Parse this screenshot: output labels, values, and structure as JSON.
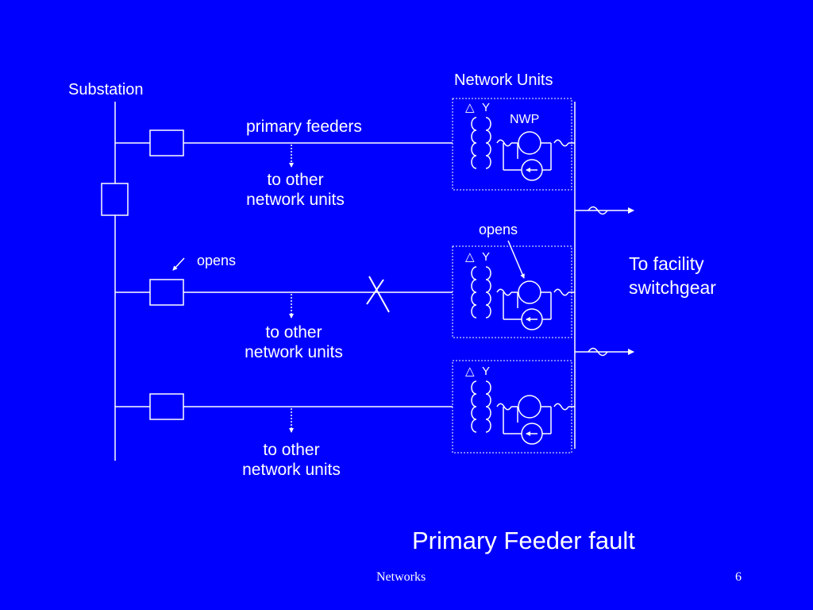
{
  "slide": {
    "title": "Primary Feeder fault",
    "footer": "Networks",
    "page_number": "6"
  },
  "diagram": {
    "substation_label": "Substation",
    "network_units_label": "Network Units",
    "primary_feeders_label": "primary feeders",
    "nwp_label": "NWP",
    "delta_symbol": "△",
    "wye_symbol": "Y",
    "to_other_label_line1": "to other",
    "to_other_label_line2": "network units",
    "opens_breaker_label": "opens",
    "opens_protector_label": "opens",
    "facility_label_line1": "To facility",
    "facility_label_line2": "switchgear",
    "faulted_feeder": "middle"
  },
  "colors": {
    "background": "#0000FF",
    "foreground": "#FFFFFF"
  }
}
